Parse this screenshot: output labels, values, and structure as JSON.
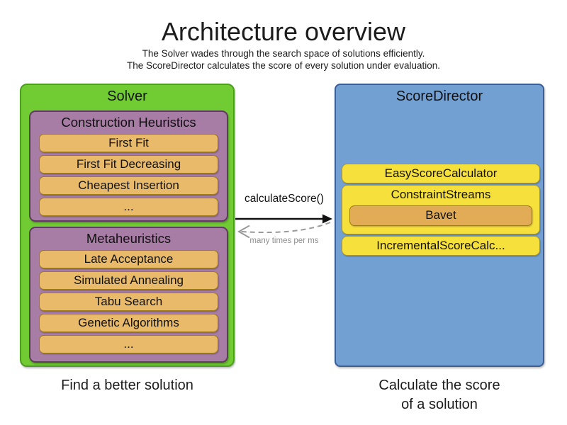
{
  "header": {
    "title": "Architecture overview",
    "subtitle_line1": "The Solver wades through the search space of solutions efficiently.",
    "subtitle_line2": "The ScoreDirector calculates the score of every solution under evaluation."
  },
  "solver": {
    "title": "Solver",
    "caption": "Find a better solution",
    "groups": [
      {
        "title": "Construction Heuristics",
        "items": [
          "First Fit",
          "First Fit Decreasing",
          "Cheapest Insertion",
          "..."
        ]
      },
      {
        "title": "Metaheuristics",
        "items": [
          "Late Acceptance",
          "Simulated Annealing",
          "Tabu Search",
          "Genetic Algorithms",
          "..."
        ]
      }
    ]
  },
  "score_director": {
    "title": "ScoreDirector",
    "calculators": [
      "EasyScoreCalculator",
      "ConstraintStreams",
      "IncrementalScoreCalc..."
    ],
    "constraint_streams_impl": "Bavet",
    "caption_line1": "Calculate the score",
    "caption_line2": "of a solution"
  },
  "interaction": {
    "call_label": "calculateScore()",
    "frequency_label": "many times per ms"
  },
  "colors": {
    "solver_green": "#71cc33",
    "solver_green_border": "#4d9e20",
    "group_purple": "#a77ca5",
    "group_purple_border": "#5e3d5e",
    "item_orange": "#e9ba69",
    "item_orange_border": "#9e7b17",
    "score_director_blue": "#72a0d3",
    "score_director_blue_border": "#3a5f96",
    "calculator_yellow": "#f6e03b",
    "calculator_yellow_border": "#a9952d",
    "bavet_orange": "#e2ab55",
    "arrow_black": "#111111",
    "arrow_gray": "#999999"
  }
}
